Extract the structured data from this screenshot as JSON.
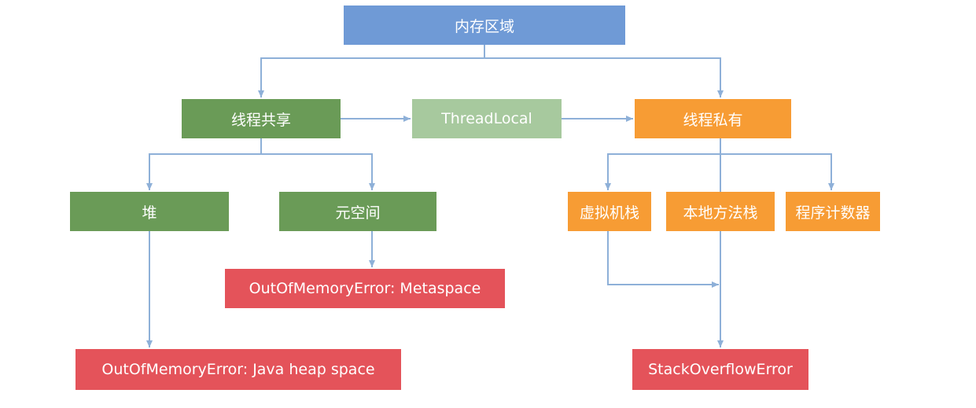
{
  "nodes": {
    "root": "内存区域",
    "shared": "线程共享",
    "threadlocal": "ThreadLocal",
    "private": "线程私有",
    "heap": "堆",
    "metaspace": "元空间",
    "vm_stack": "虚拟机栈",
    "native_stack": "本地方法栈",
    "pc": "程序计数器",
    "oom_metaspace": "OutOfMemoryError: Metaspace",
    "oom_heap": "OutOfMemoryError: Java heap space",
    "stackoverflow": "StackOverflowError"
  },
  "colors": {
    "root": "#6f9ad6",
    "shared": "#6a9b57",
    "threadlocal": "#a7c99e",
    "private": "#f79c34",
    "error": "#e4535a",
    "connector": "#8eb0d8"
  }
}
